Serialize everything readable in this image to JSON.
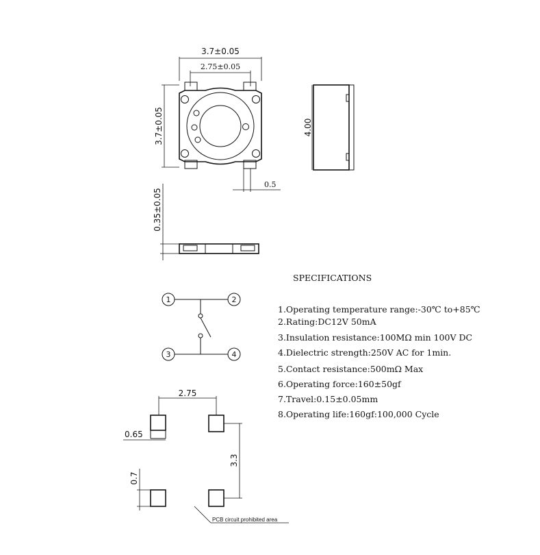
{
  "dimensions": {
    "top_width": "3.7±0.05",
    "inner_width": "2.75±0.05",
    "left_height": "3.7±0.05",
    "side_height": "4.00",
    "terminal_width": "0.5",
    "profile_height": "0.35±0.05",
    "pcb_spacing": "2.75",
    "pad_width": "0.65",
    "pad_height": "0.7",
    "pcb_vertical": "3.3",
    "pcb_note": "PCB circuit prohibited area"
  },
  "schematic": {
    "pins": [
      "1",
      "2",
      "3",
      "4"
    ]
  },
  "specifications": {
    "title": "SPECIFICATIONS",
    "items": [
      "1.Operating temperature range:-30℃ to+85℃",
      "2.Rating:DC12V 50mA",
      "3.Insulation resistance:100MΩ min 100V DC",
      "4.Dielectric strength:250V AC for 1min.",
      "5.Contact resistance:500mΩ Max",
      "6.Operating force:160±50gf",
      "7.Travel:0.15±0.05mm",
      "8.Operating life:160gf:100,000 Cycle"
    ]
  }
}
